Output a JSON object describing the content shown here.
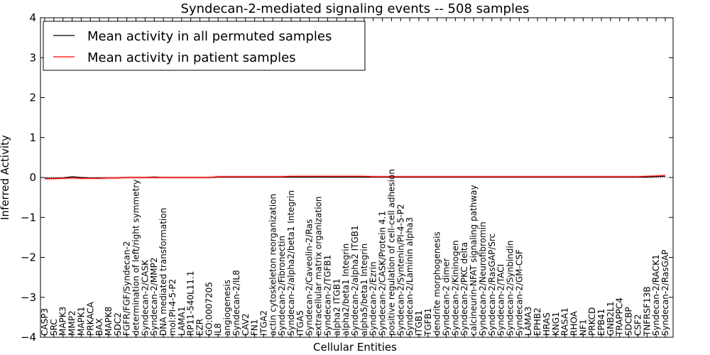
{
  "chart_data": {
    "type": "line",
    "title": "Syndecan-2-mediated signaling events -- 508 samples",
    "xlabel": "Cellular Entities",
    "ylabel": "Inferred Activity",
    "ylim": [
      -4,
      4
    ],
    "yticks": [
      "−4",
      "−3",
      "−2",
      "−1",
      "0",
      "1",
      "2",
      "3",
      "4"
    ],
    "grid": false,
    "legend_position": "top-left",
    "categories": [
      "CASP3",
      "SRC",
      "MAPK3",
      "MMP2",
      "MAPK1",
      "PRKACA",
      "BAX",
      "MAPK8",
      "SDC2",
      "FGFR/FGF/Syndecan-2",
      "determination of left/right symmetry",
      "Syndecan-2/CASK",
      "Syndecan-2/MMP2",
      "DNA mediated transformation",
      "mol:PI-4-5-P2",
      "LAMA1",
      "RP11-540L11.1",
      "EZR",
      "GO:0007205",
      "IL8",
      "angiogenesis",
      "Syndecan-2/IL8",
      "CAV2",
      "FN1",
      "ITGA2",
      "actin cytoskeleton reorganization",
      "Syndecan-2/Fibronectin",
      "Syndecan-2/alpha2/beta1 Integrin",
      "ITGA5",
      "Syndecan-2/Caveolin-2/Ras",
      "extracellular matrix organization",
      "Syndecan-2/TGFB1",
      "alpha2 ITGB1",
      "alpha2/beta1 Integrin",
      "Syndecan-2/alpha2 ITGB1",
      "alpha5/beta1 Integrin",
      "Syndecan-2/Ezrin",
      "Syndecan-2/CASK/Protein 4.1",
      "positive regulation of cell-cell adhesion",
      "Syndecan-2/Syntenin/PI-4-5-P2",
      "Syndecan-2/Laminin alpha3",
      "ITGB1",
      "TGFB1",
      "dendrite morphogenesis",
      "Syndecan-2 dimer",
      "Syndecan-2/Kininogen",
      "Syndecan-2/PKC delta",
      "calcineurin-NFAT signaling pathway",
      "Syndecan-2/Neurofibromin",
      "Syndecan-2/RasGAP/Src",
      "Syndecan-2/TACI",
      "Syndecan-2/Synbindin",
      "Syndecan-2/GM-CSF",
      "LAMA3",
      "EPHB2",
      "HRAS",
      "KNG1",
      "RASA1",
      "RHOA",
      "NF1",
      "PRKCD",
      "EPB41",
      "GNB2L1",
      "TRAPPC4",
      "SDCBP",
      "CSF2",
      "TNFRSF13B",
      "Syndecan-2/RACK1",
      "Syndecan-2/RasGAP"
    ],
    "series": [
      {
        "name": "Mean activity in all permuted samples",
        "color": "#000000",
        "values": [
          -0.02,
          -0.02,
          -0.01,
          0.02,
          0.0,
          -0.01,
          -0.01,
          -0.01,
          -0.01,
          0.0,
          0.0,
          0.0,
          0.01,
          0.0,
          0.0,
          0.0,
          0.0,
          0.0,
          0.0,
          0.01,
          0.01,
          0.01,
          0.01,
          0.01,
          0.01,
          0.01,
          0.01,
          0.01,
          0.01,
          0.01,
          0.01,
          0.01,
          0.01,
          0.01,
          0.01,
          0.01,
          0.01,
          0.01,
          0.01,
          0.01,
          0.01,
          0.01,
          0.01,
          0.01,
          0.01,
          0.01,
          0.01,
          0.01,
          0.01,
          0.01,
          0.01,
          0.01,
          0.01,
          0.01,
          0.01,
          0.01,
          0.01,
          0.01,
          0.01,
          0.01,
          0.01,
          0.01,
          0.01,
          0.01,
          0.01,
          0.01,
          0.01,
          0.02,
          0.03
        ]
      },
      {
        "name": "Mean activity in patient samples",
        "color": "#ff0000",
        "values": [
          -0.03,
          -0.03,
          -0.02,
          -0.01,
          -0.02,
          -0.02,
          -0.02,
          -0.01,
          -0.01,
          0.0,
          0.0,
          0.0,
          0.0,
          0.0,
          0.0,
          0.0,
          0.0,
          0.0,
          0.0,
          0.02,
          0.02,
          0.02,
          0.02,
          0.02,
          0.02,
          0.02,
          0.02,
          0.03,
          0.03,
          0.03,
          0.03,
          0.03,
          0.03,
          0.03,
          0.03,
          0.03,
          0.02,
          0.02,
          0.02,
          0.02,
          0.02,
          0.02,
          0.02,
          0.02,
          0.02,
          0.02,
          0.02,
          0.02,
          0.02,
          0.02,
          0.02,
          0.02,
          0.02,
          0.02,
          0.02,
          0.02,
          0.02,
          0.02,
          0.02,
          0.02,
          0.02,
          0.02,
          0.02,
          0.02,
          0.02,
          0.02,
          0.03,
          0.04,
          0.05
        ]
      }
    ]
  }
}
